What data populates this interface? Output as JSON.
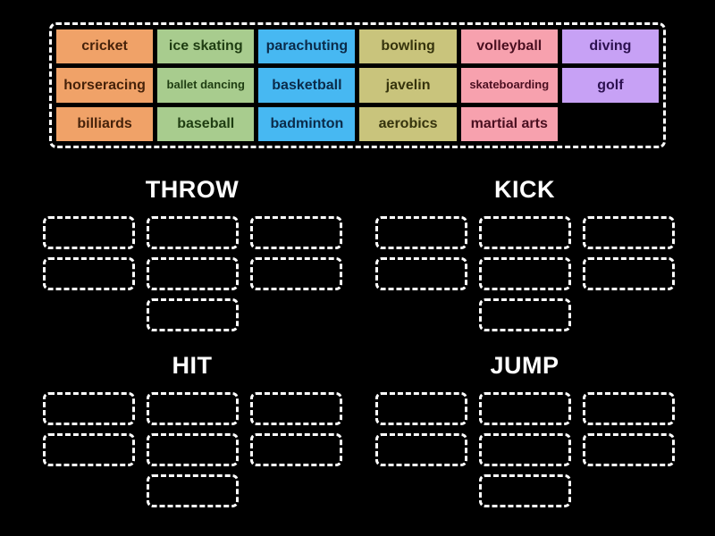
{
  "page": {
    "background": "#000000",
    "type_hint": "group-sort drag-and-drop activity"
  },
  "palette": {
    "orange": {
      "bg": "#f0a268",
      "text": "#46220a"
    },
    "green": {
      "bg": "#a8cc8e",
      "text": "#1f3d12"
    },
    "blue": {
      "bg": "#47b8f2",
      "text": "#0b2b4a"
    },
    "olive": {
      "bg": "#c9c47c",
      "text": "#35330d"
    },
    "pink": {
      "bg": "#f7a1ae",
      "text": "#4a0f20"
    },
    "purple": {
      "bg": "#c7a1f5",
      "text": "#2c1150"
    }
  },
  "word_bank": {
    "tiles": [
      {
        "label": "cricket",
        "palette": "orange"
      },
      {
        "label": "ice skating",
        "palette": "green"
      },
      {
        "label": "parachuting",
        "palette": "blue"
      },
      {
        "label": "bowling",
        "palette": "olive"
      },
      {
        "label": "volleyball",
        "palette": "pink"
      },
      {
        "label": "diving",
        "palette": "purple"
      },
      {
        "label": "horseracing",
        "palette": "orange"
      },
      {
        "label": "ballet dancing",
        "palette": "green"
      },
      {
        "label": "basketball",
        "palette": "blue"
      },
      {
        "label": "javelin",
        "palette": "olive"
      },
      {
        "label": "skateboarding",
        "palette": "pink"
      },
      {
        "label": "golf",
        "palette": "purple"
      },
      {
        "label": "billiards",
        "palette": "orange"
      },
      {
        "label": "baseball",
        "palette": "green"
      },
      {
        "label": "badminton",
        "palette": "blue"
      },
      {
        "label": "aerobics",
        "palette": "olive"
      },
      {
        "label": "martial arts",
        "palette": "pink"
      }
    ]
  },
  "groups": [
    {
      "label": "THROW",
      "slot_rows": [
        3,
        3,
        1
      ]
    },
    {
      "label": "KICK",
      "slot_rows": [
        3,
        3,
        1
      ]
    },
    {
      "label": "HIT",
      "slot_rows": [
        3,
        3,
        1
      ]
    },
    {
      "label": "JUMP",
      "slot_rows": [
        3,
        3,
        1
      ]
    }
  ]
}
